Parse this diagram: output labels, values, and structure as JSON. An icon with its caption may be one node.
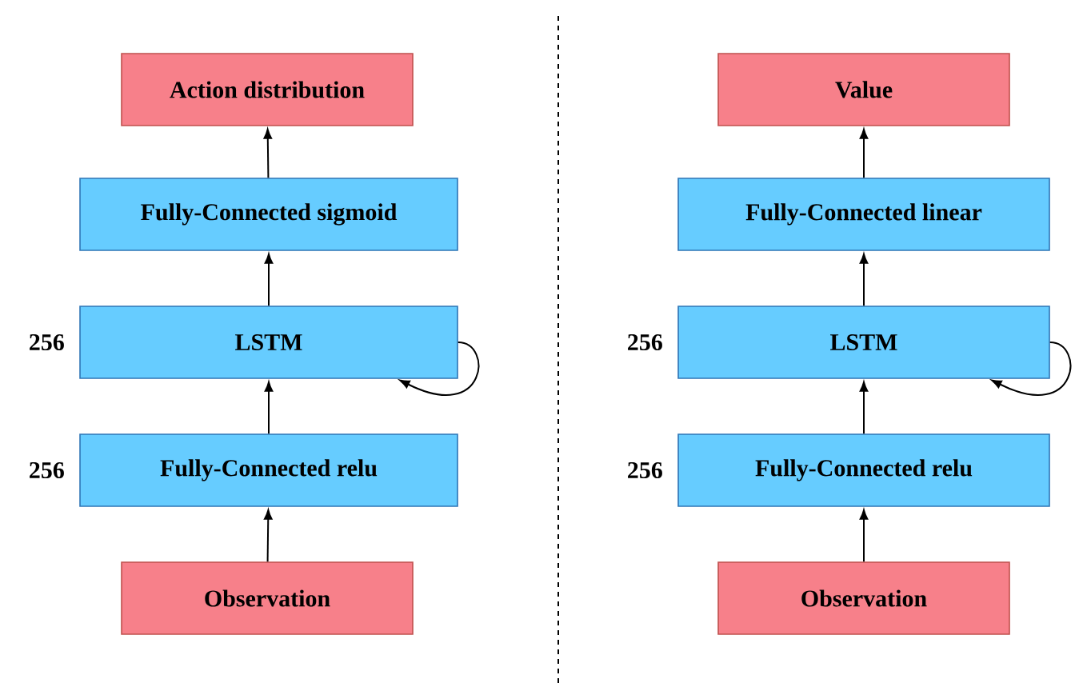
{
  "diagram": {
    "nodes": [
      {
        "text": [
          "Action distribution"
        ]
      },
      {
        "text": [
          "Fully-Connected sigmoid"
        ]
      },
      {
        "text": [
          "LSTM"
        ],
        "beside": [
          "256"
        ]
      },
      {
        "text": [
          "Fully-Connected relu"
        ],
        "beside": [
          "256"
        ]
      },
      {
        "text": [
          "Observation"
        ]
      },
      {
        "text": [
          "Value"
        ]
      },
      {
        "text": [
          "Fully-Connected linear"
        ]
      },
      {
        "text": [
          "LSTM"
        ],
        "beside": [
          "256"
        ]
      },
      {
        "text": [
          "Fully-Connected relu"
        ],
        "beside": [
          "256"
        ]
      },
      {
        "text": [
          "Observation"
        ]
      }
    ],
    "edges": [
      {
        "from": 4,
        "to": 3,
        "arrow": "to"
      },
      {
        "from": 3,
        "to": 2,
        "arrow": "to"
      },
      {
        "from": 2,
        "to": 1,
        "arrow": "to"
      },
      {
        "from": 1,
        "to": 0,
        "arrow": "to"
      },
      {
        "from": 2,
        "to": 2,
        "arrow": "to"
      },
      {
        "from": 9,
        "to": 8,
        "arrow": "to"
      },
      {
        "from": 8,
        "to": 7,
        "arrow": "to"
      },
      {
        "from": 7,
        "to": 6,
        "arrow": "to"
      },
      {
        "from": 6,
        "to": 5,
        "arrow": "to"
      },
      {
        "from": 7,
        "to": 7,
        "arrow": "to"
      }
    ]
  }
}
